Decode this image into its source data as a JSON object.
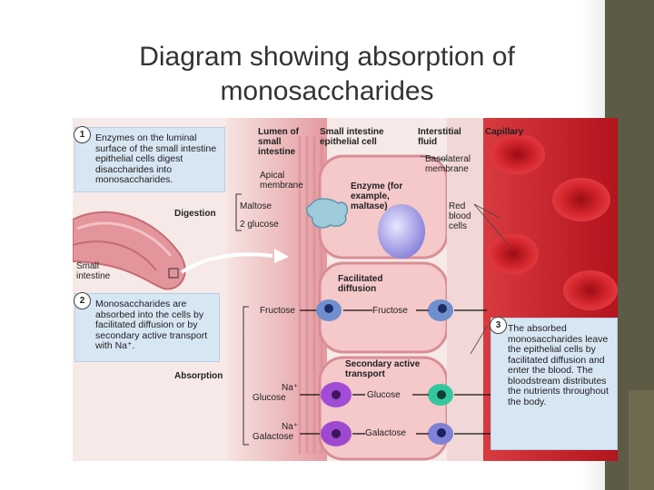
{
  "title_line1": "Diagram showing absorption of",
  "title_line2": "monosaccharides",
  "colors": {
    "cell": "#f4c9cb",
    "lumen": "#e7a6ab",
    "blood": "#c8212b",
    "callout": "#d7e6f3",
    "frame": "#5d5a45"
  },
  "callouts": [
    {
      "number": "1",
      "text": "Enzymes on the luminal surface of the small intestine epithelial cells digest disaccharides into monosaccharides."
    },
    {
      "number": "2",
      "text": "Monosaccharides are absorbed into the cells by facilitated diffusion or by secondary active transport with Na⁺."
    },
    {
      "number": "3",
      "text": "The absorbed monosaccharides leave the epithelial cells by facilitated diffusion and enter the blood. The bloodstream distributes the nutrients throughout the body."
    }
  ],
  "headers": {
    "lumen": "Lumen of small intestine",
    "epithelial": "Small intestine epithelial cell",
    "interstitial": "Interstitial fluid",
    "capillary": "Capillary"
  },
  "labels": {
    "apical": "Apical membrane",
    "basolateral": "Basolateral membrane",
    "red_blood_cells": "Red blood cells",
    "digestion": "Digestion",
    "maltose": "Maltose",
    "two_glucose": "2 glucose",
    "enzyme": "Enzyme (for example, maltase)",
    "small_intestine": "Small intestine",
    "facilitated_diffusion": "Facilitated diffusion",
    "fructose_left": "Fructose",
    "fructose_right": "Fructose",
    "absorption": "Absorption",
    "secondary_active": "Secondary active transport",
    "na1": "Na⁺",
    "glucose_left": "Glucose",
    "glucose_right": "Glucose",
    "na2": "Na⁺",
    "galactose_left": "Galactose",
    "galactose_right": "Galactose"
  }
}
